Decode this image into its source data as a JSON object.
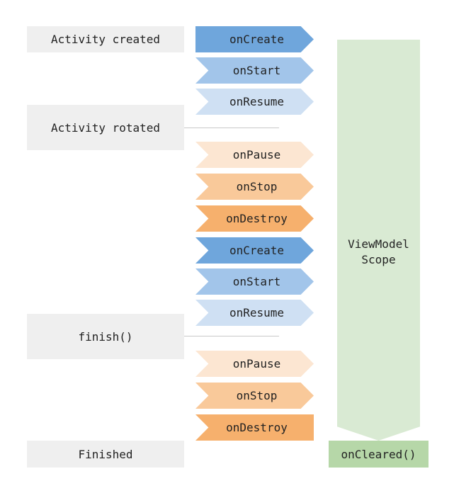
{
  "colors": {
    "label_bg": "#efefef",
    "connector": "#c8c8c8",
    "create": "#6fa6dc",
    "start": "#a2c5ea",
    "resume": "#cfe0f3",
    "pause": "#fce6d2",
    "stop": "#f9c99a",
    "destroy": "#f6b06d",
    "scope": "#d9ead3",
    "cleared": "#b6d7a8"
  },
  "labels": [
    {
      "text": "Activity created"
    },
    {
      "text": "Activity rotated"
    },
    {
      "text": "finish()"
    },
    {
      "text": "Finished"
    }
  ],
  "steps": [
    {
      "text": "onCreate",
      "kind": "create"
    },
    {
      "text": "onStart",
      "kind": "start"
    },
    {
      "text": "onResume",
      "kind": "resume"
    },
    {
      "text": "onPause",
      "kind": "pause"
    },
    {
      "text": "onStop",
      "kind": "stop"
    },
    {
      "text": "onDestroy",
      "kind": "destroy"
    },
    {
      "text": "onCreate",
      "kind": "create"
    },
    {
      "text": "onStart",
      "kind": "start"
    },
    {
      "text": "onResume",
      "kind": "resume"
    },
    {
      "text": "onPause",
      "kind": "pause"
    },
    {
      "text": "onStop",
      "kind": "stop"
    },
    {
      "text": "onDestroy",
      "kind": "destroy"
    }
  ],
  "scope": {
    "line1": "ViewModel",
    "line2": "Scope"
  },
  "cleared": {
    "text": "onCleared()"
  }
}
